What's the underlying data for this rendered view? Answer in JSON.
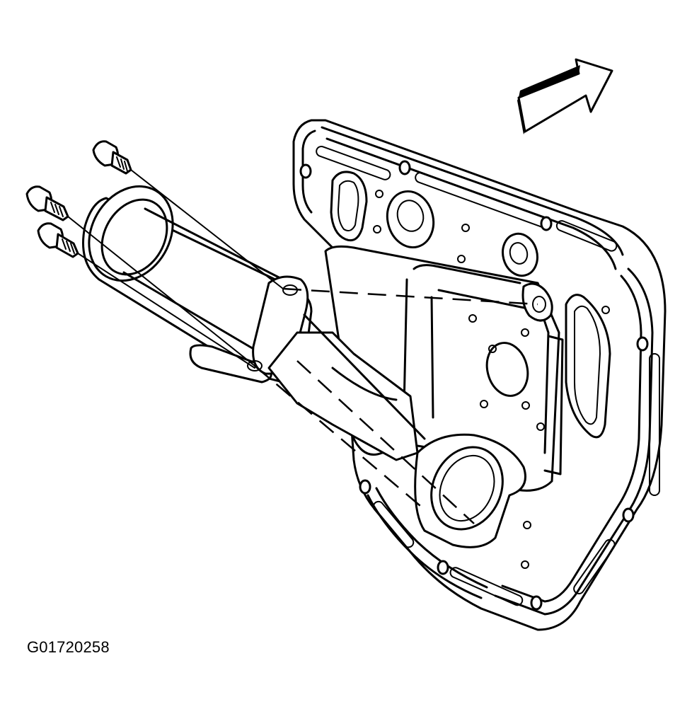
{
  "figure": {
    "code": "G01720258"
  },
  "parts": {
    "bolts": [
      "bolt",
      "bolt",
      "bolt"
    ],
    "assembly": "window-regulator-module",
    "direction_arrow": "arrow-icon"
  }
}
